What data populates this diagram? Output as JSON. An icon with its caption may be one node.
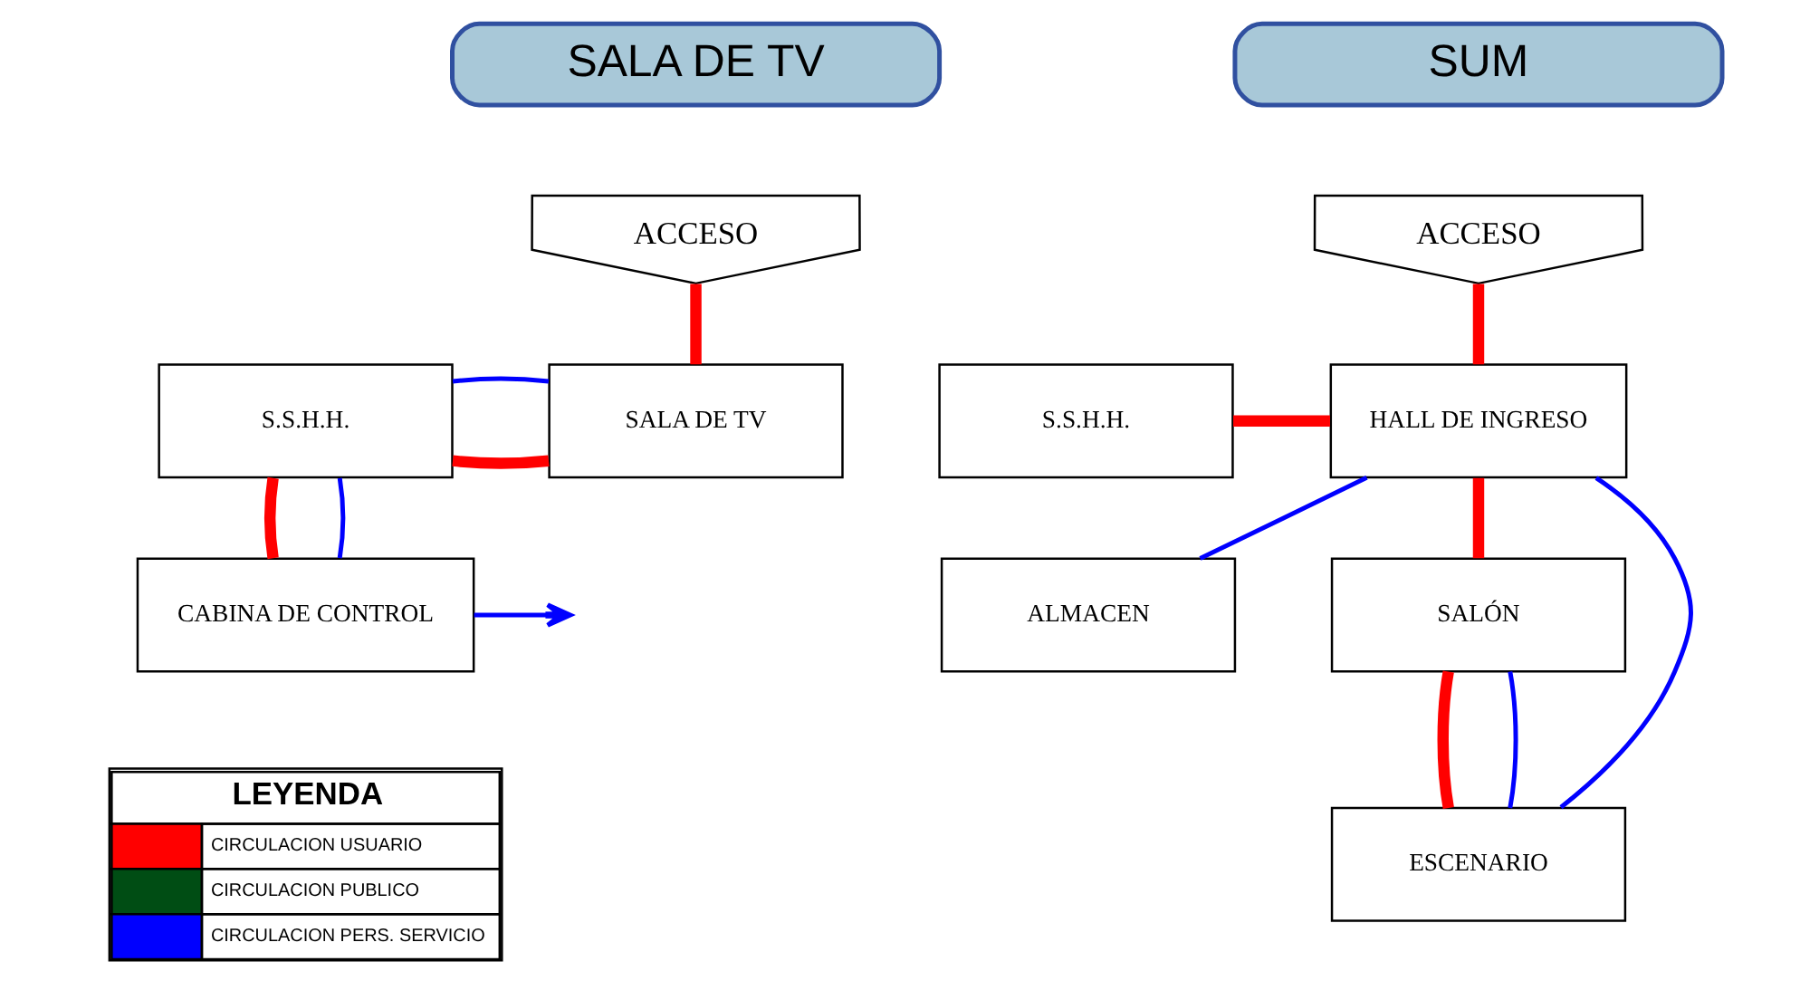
{
  "diagram": {
    "nodes": [
      {
        "text": [
          "SALA DE TV"
        ]
      },
      {
        "text": [
          "ACCESO"
        ]
      },
      {
        "text": [
          "SALA DE TV"
        ]
      },
      {
        "text": [
          "S.S.H.H."
        ]
      },
      {
        "text": [
          "CABINA DE CONTROL"
        ]
      },
      {
        "text": [
          "SUM"
        ]
      },
      {
        "text": [
          "ACCESO"
        ]
      },
      {
        "text": [
          "S.S.H.H."
        ]
      },
      {
        "text": [
          "HALL DE INGRESO"
        ]
      },
      {
        "text": [
          "ALMACEN"
        ]
      },
      {
        "text": [
          "SALÓN"
        ]
      },
      {
        "text": [
          "ESCENARIO"
        ]
      }
    ],
    "edges": [
      {
        "from": 1,
        "to": 2,
        "arrow": "none"
      },
      {
        "from": 3,
        "to": 2,
        "arrow": "none"
      },
      {
        "from": 3,
        "to": 4,
        "arrow": "none"
      },
      {
        "from": 3,
        "to": 2,
        "arrow": "none",
        "color": "#0000ff"
      },
      {
        "from": 3,
        "to": 4,
        "arrow": "none",
        "color": "#0000ff"
      },
      {
        "from": 4,
        "to": null,
        "arrow": "to",
        "color": "#0000ff"
      },
      {
        "from": 6,
        "to": 8,
        "arrow": "none"
      },
      {
        "from": 7,
        "to": 8,
        "arrow": "none"
      },
      {
        "from": 8,
        "to": 10,
        "arrow": "none"
      },
      {
        "from": 10,
        "to": 11,
        "arrow": "none"
      },
      {
        "from": 10,
        "to": 11,
        "arrow": "none",
        "color": "#0000ff"
      },
      {
        "from": 8,
        "to": 9,
        "arrow": "none",
        "color": "#0000ff"
      },
      {
        "from": 8,
        "to": 11,
        "arrow": "none",
        "color": "#0000ff"
      }
    ],
    "labels": [
      "LEYENDA"
    ],
    "legend": [
      {
        "text": "CIRCULACION USUARIO",
        "color": "#ff0000"
      },
      {
        "text": "CIRCULACION PUBLICO",
        "color": "#004d14"
      },
      {
        "text": "CIRCULACION PERS. SERVICIO",
        "color": "#0000ff"
      }
    ]
  }
}
